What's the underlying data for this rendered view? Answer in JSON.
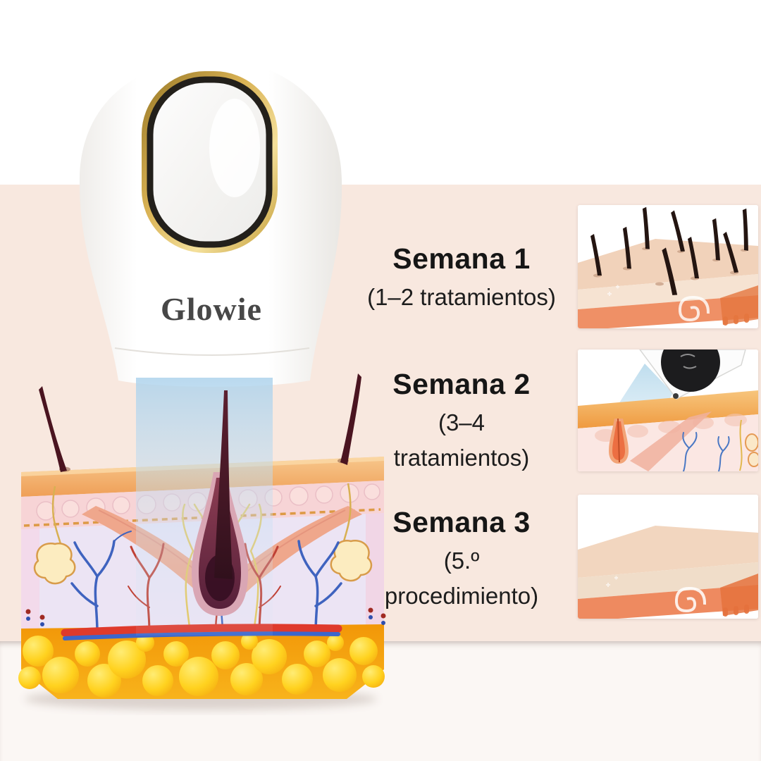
{
  "brand": {
    "logo": "Glowie"
  },
  "weeks": [
    {
      "title": "Semana 1",
      "subtitle": "(1–2 tratamientos)"
    },
    {
      "title": "Semana 2",
      "subtitle": "(3–4 tratamientos)"
    },
    {
      "title": "Semana 3",
      "subtitle": "(5.º procedimiento)"
    }
  ],
  "thumbnails": [
    {
      "icon": "hairy-skin-illustration"
    },
    {
      "icon": "ipl-treatment-illustration"
    },
    {
      "icon": "smooth-skin-illustration"
    }
  ],
  "colors": {
    "background_top": "#ffffff",
    "background_band": "#f8e8df",
    "background_bottom": "#fbf7f4",
    "text": "#181818",
    "logo_text": "#474747",
    "device_gold": "#d2a94a",
    "lens_ring_dark": "#23201b",
    "beam_blue": "#bcd9ef",
    "epidermis_orange": "#f2a964",
    "dermis_lavender": "#ece4f4",
    "follicle_maroon": "#57203a",
    "hair_dark": "#451523",
    "muscle_salmon": "#efa78c",
    "gland_cream": "#fcecc0",
    "fat_yellow": "#ffd21f",
    "fat_orange": "#f59d0e",
    "artery_red": "#df3a2c",
    "vein_blue": "#3c66cc"
  }
}
